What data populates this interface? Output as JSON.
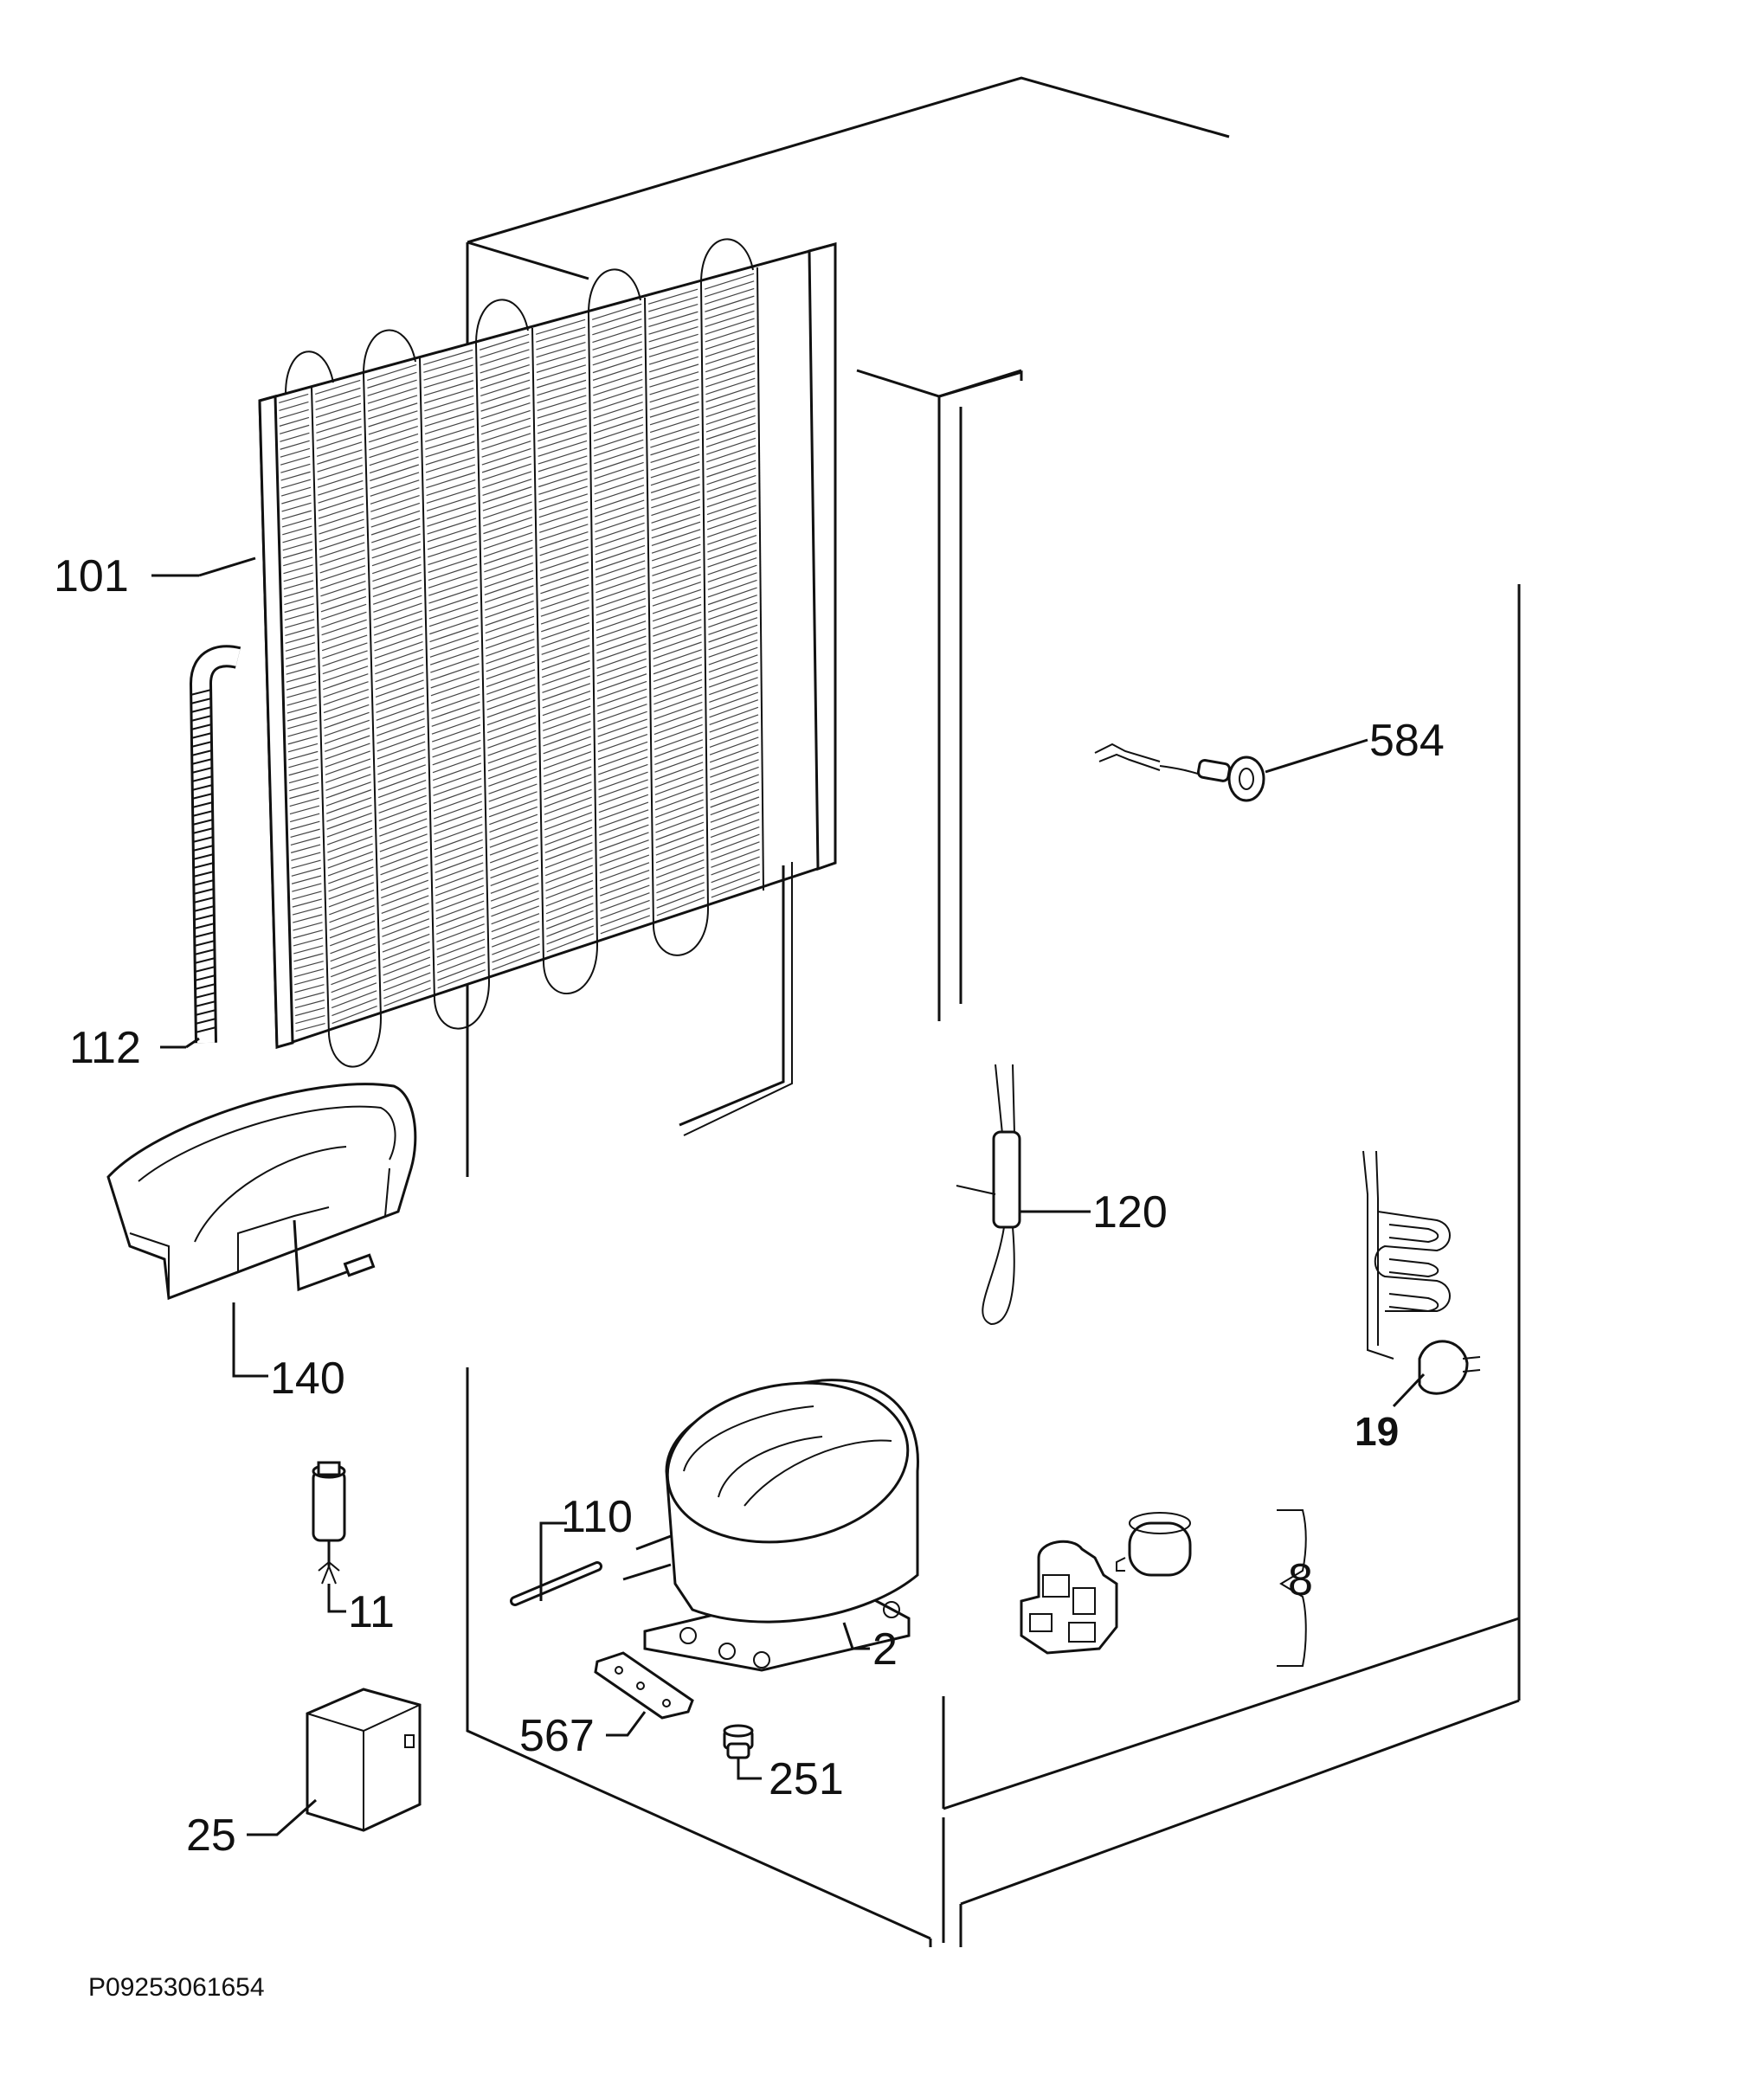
{
  "diagram": {
    "reference_code": "P09253061654",
    "parts": [
      {
        "id": "101"
      },
      {
        "id": "112"
      },
      {
        "id": "140"
      },
      {
        "id": "11"
      },
      {
        "id": "25"
      },
      {
        "id": "110"
      },
      {
        "id": "567"
      },
      {
        "id": "251"
      },
      {
        "id": "2"
      },
      {
        "id": "120"
      },
      {
        "id": "584"
      },
      {
        "id": "19"
      },
      {
        "id": "8"
      }
    ]
  }
}
